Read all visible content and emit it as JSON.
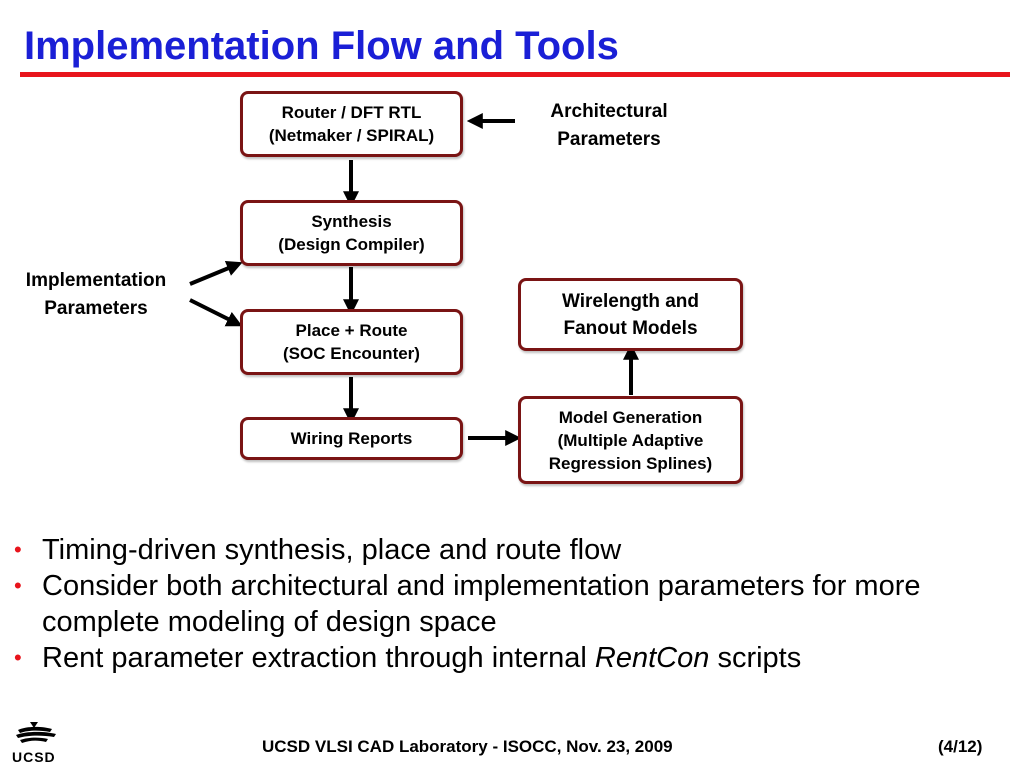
{
  "title": "Implementation Flow and Tools",
  "boxes": {
    "router": {
      "line1": "Router / DFT RTL",
      "line2": "(Netmaker / SPIRAL)"
    },
    "synthesis": {
      "line1": "Synthesis",
      "line2": "(Design Compiler)"
    },
    "place_route": {
      "line1": "Place + Route",
      "line2": "(SOC Encounter)"
    },
    "wiring": {
      "line1": "Wiring Reports"
    },
    "wirelength": {
      "line1": "Wirelength and",
      "line2": "Fanout Models"
    },
    "model_gen": {
      "line1": "Model Generation",
      "line2": "(Multiple Adaptive",
      "line3": "Regression Splines)"
    }
  },
  "labels": {
    "architectural": {
      "line1": "Architectural",
      "line2": "Parameters"
    },
    "implementation": {
      "line1": "Implementation",
      "line2": "Parameters"
    }
  },
  "bullets": [
    {
      "text": "Timing-driven synthesis, place and route flow"
    },
    {
      "text": "Consider both architectural and implementation parameters for more complete modeling of design space"
    },
    {
      "text_before": "Rent parameter extraction through internal ",
      "text_emphasis": "RentCon",
      "text_after": " scripts"
    }
  ],
  "bullet_marker": "•",
  "footer": {
    "center": "UCSD VLSI CAD Laboratory  - ISOCC, Nov. 23, 2009",
    "page": "(4/12)",
    "logo_text": "UCSD"
  },
  "colors": {
    "title": "#1a1fd6",
    "rule": "#e8141c",
    "box_border": "#7a1414",
    "bullet": "#e8141c"
  }
}
